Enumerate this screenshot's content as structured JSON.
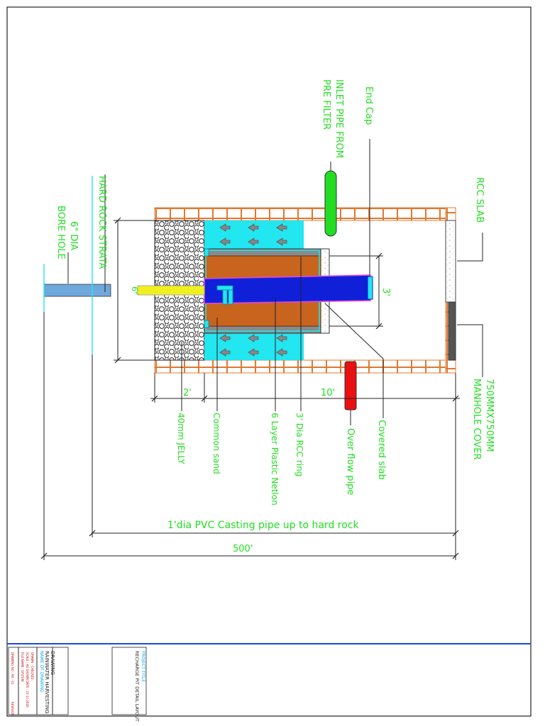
{
  "colors": {
    "label": "#22dd22",
    "brick": "#e07830",
    "water": "#22e6f0",
    "sand": "#c8641e",
    "pipe": "#1020d8",
    "overflow": "#e81010",
    "inlet": "#22dd22",
    "bore": "#6fa8dc",
    "gravel": "#222222",
    "title_rule": "#1a4bd8"
  },
  "labels": {
    "rcc_slab": "RCC SLAB",
    "manhole_cover": "750MMX750MM MANHOLE COVER",
    "end_cap": "End Cap",
    "inlet_pipe_1": "INLET PIPE FROM",
    "inlet_pipe_2": "PRE FILTER",
    "hard_rock": "HARD ROCK STRATA",
    "bore_1": "6\" DIA",
    "bore_2": "BORE HOLE",
    "covered_slab": "Covered slab",
    "overflow_pipe": "Over flow pipe",
    "rcc_ring": "3' Dia RCC ring",
    "plastic_netlon": "6 Layer Plastic Netlon",
    "common_sand": "Common sand",
    "jelly": "40mm JELLY",
    "casing_pipe": "1'dia PVC Casting pipe up to hard rock"
  },
  "dimensions": {
    "three_ft": "3'",
    "six_inch": "6\"",
    "two_ft": "2'",
    "ten_ft": "10'",
    "five_hundred": "500'"
  },
  "title_block": {
    "project_title_head": "PROJECT TITLE",
    "project_title": "RECHARGE PIT DETAIL LAYOUT",
    "drawing_head": "NAME OF DRAWING",
    "drawing_line1": "RAINWATER HARVESTING",
    "drawing_line2": "DRAWING",
    "file_name": "FILE NAME : SYSTEM",
    "scale": "SCALE : AS SHOWN",
    "date": "DATE : 23-11-2020",
    "drawn": "DRAWN : CHECKED :",
    "drawing_no": "DRAWING NO : RR - 01",
    "revision": "REVISION"
  }
}
